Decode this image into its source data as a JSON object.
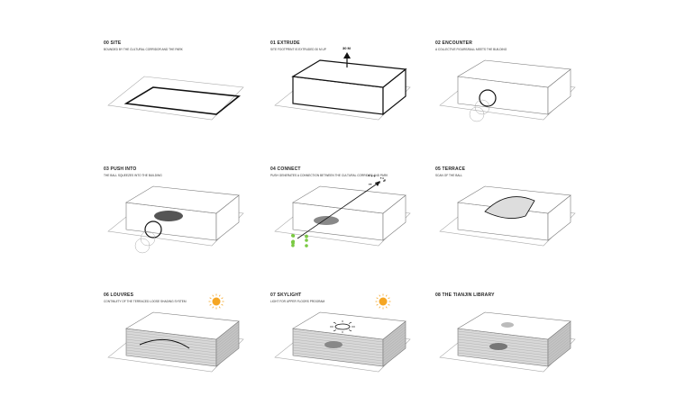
{
  "colors": {
    "sun": "#f5a623",
    "green": "#7ac943",
    "line": "#222222"
  },
  "panels": [
    {
      "title": "00 SITE",
      "subtitle": "BOUNDED BY THE CULTURAL CORRIDOR AND THE PARK"
    },
    {
      "title": "01 EXTRUDE",
      "subtitle": "SITE FOOTPRINT IS EXTRUDED 30 M UP",
      "height_label": "30 M"
    },
    {
      "title": "02 ENCOUNTER",
      "subtitle": "A COLLECTIVE FIGURE/BALL MEETS THE BUILDING"
    },
    {
      "title": "03 PUSH INTO",
      "subtitle": "THE BALL SQUEEZES INTO THE BUILDING"
    },
    {
      "title": "04 CONNECT",
      "subtitle": "PUSH GENERATES A CONNECTION BETWEEN THE CULTURAL CORRIDOR AND PARK"
    },
    {
      "title": "05 TERRACE",
      "subtitle": "SCAN OF THE BALL"
    },
    {
      "title": "06 LOUVRES",
      "subtitle": "CONTINUITY OF THE TERRACED LOOSE SHADING SYSTEM"
    },
    {
      "title": "07 SKYLIGHT",
      "subtitle": "LIGHT FOR UPPER FLOORS PROGRAM"
    },
    {
      "title": "08 THE TIANJIN LIBRARY",
      "subtitle": ""
    }
  ]
}
